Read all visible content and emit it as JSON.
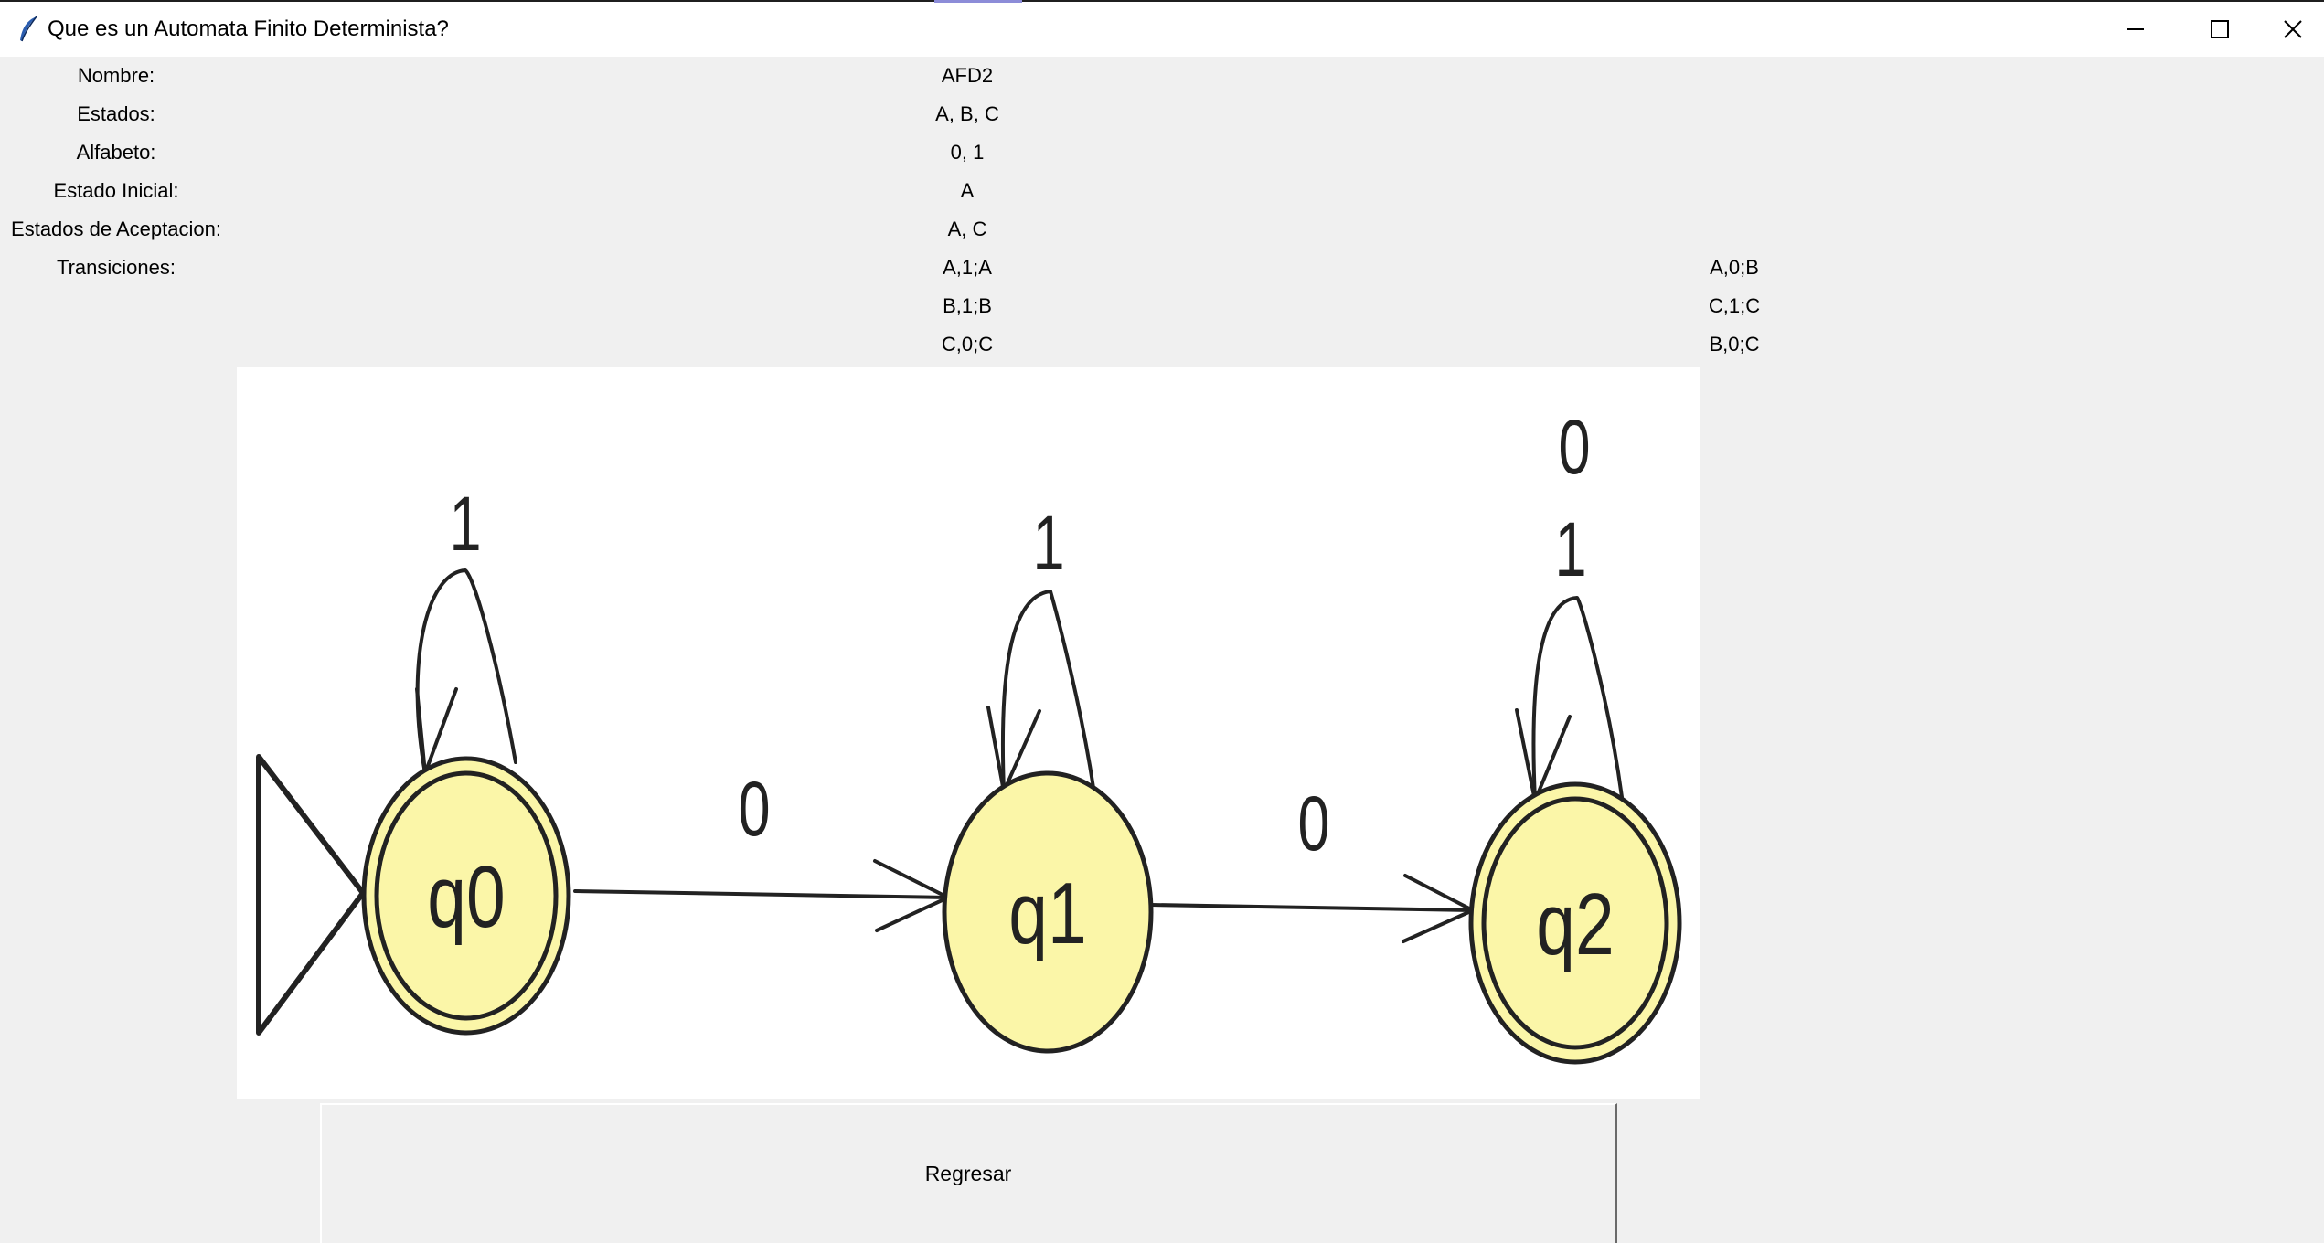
{
  "window": {
    "title": "Que es un Automata Finito Determinista?",
    "icon": "feather-icon",
    "controls": {
      "minimize": "minimize-icon",
      "maximize": "maximize-icon",
      "close": "close-icon"
    }
  },
  "info": {
    "nombre_label": "Nombre:",
    "nombre_value": "AFD2",
    "estados_label": "Estados:",
    "estados_value": "A, B, C",
    "alfabeto_label": "Alfabeto:",
    "alfabeto_value": "0, 1",
    "inicial_label": "Estado Inicial:",
    "inicial_value": "A",
    "aceptacion_label": "Estados de Aceptacion:",
    "aceptacion_value": "A, C",
    "transiciones_label": "Transiciones:",
    "transiciones_col1": [
      "A,1;A",
      "B,1;B",
      "C,0;C"
    ],
    "transiciones_col2": [
      "A,0;B",
      "C,1;C",
      "B,0;C"
    ]
  },
  "diagram": {
    "states": [
      "q0",
      "q1",
      "q2"
    ],
    "loop_labels": {
      "q0": "1",
      "q1": "1",
      "q2_top": "0",
      "q2_bottom": "1"
    },
    "edge_labels": {
      "q0_to_q1": "0",
      "q1_to_q2": "0"
    },
    "state_fill": "#fbf6a8",
    "stroke": "#222222"
  },
  "buttons": {
    "back": "Regresar"
  }
}
